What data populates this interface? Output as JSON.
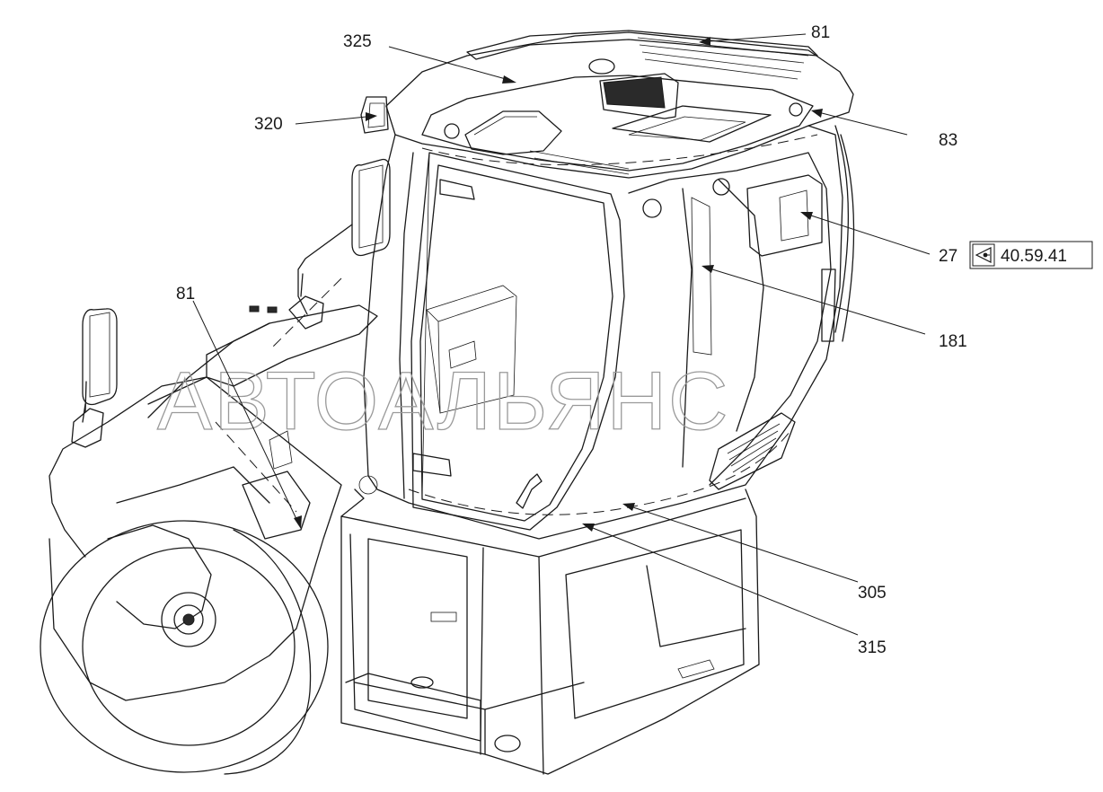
{
  "callouts": [
    {
      "id": "c325",
      "label": "325"
    },
    {
      "id": "c81_top",
      "label": "81"
    },
    {
      "id": "c320",
      "label": "320"
    },
    {
      "id": "c83",
      "label": "83"
    },
    {
      "id": "c27",
      "label": "27"
    },
    {
      "id": "c181",
      "label": "181"
    },
    {
      "id": "c81_left",
      "label": "81"
    },
    {
      "id": "c305",
      "label": "305"
    },
    {
      "id": "c315",
      "label": "315"
    }
  ],
  "reference": {
    "label": "40.59.41",
    "icon": "view-arrow-icon"
  },
  "watermark": "АВТОАЛЬЯНС"
}
